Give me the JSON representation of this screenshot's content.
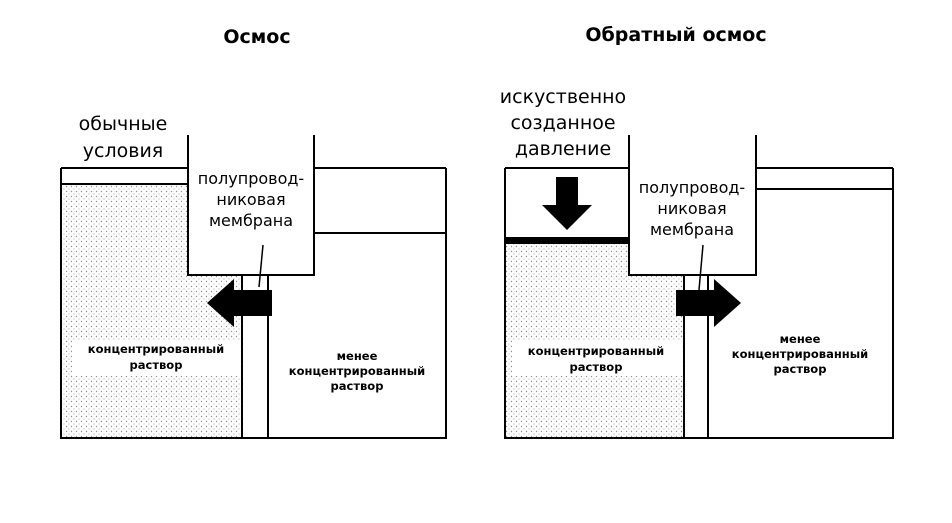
{
  "osmosis": {
    "title": "Осмос",
    "condition_label": [
      "обычные",
      "условия"
    ],
    "membrane_label": [
      "полупровод-",
      "никовая",
      "мембрана"
    ],
    "left_solution": [
      "концентрированный",
      "раствор"
    ],
    "right_solution": [
      "менее",
      "концентрированный",
      "раствор"
    ],
    "flow_direction": "left"
  },
  "reverse_osmosis": {
    "title": "Обратный осмос",
    "condition_label": [
      "искуственно",
      "созданное",
      "давление"
    ],
    "membrane_label": [
      "полупровод-",
      "никовая",
      "мембрана"
    ],
    "left_solution": [
      "концентрированный",
      "раствор"
    ],
    "right_solution": [
      "менее",
      "концентрированный",
      "раствор"
    ],
    "flow_direction": "right"
  },
  "colors": {
    "ink": "#000000",
    "dots": "#9a9a9a",
    "background": "#ffffff"
  }
}
